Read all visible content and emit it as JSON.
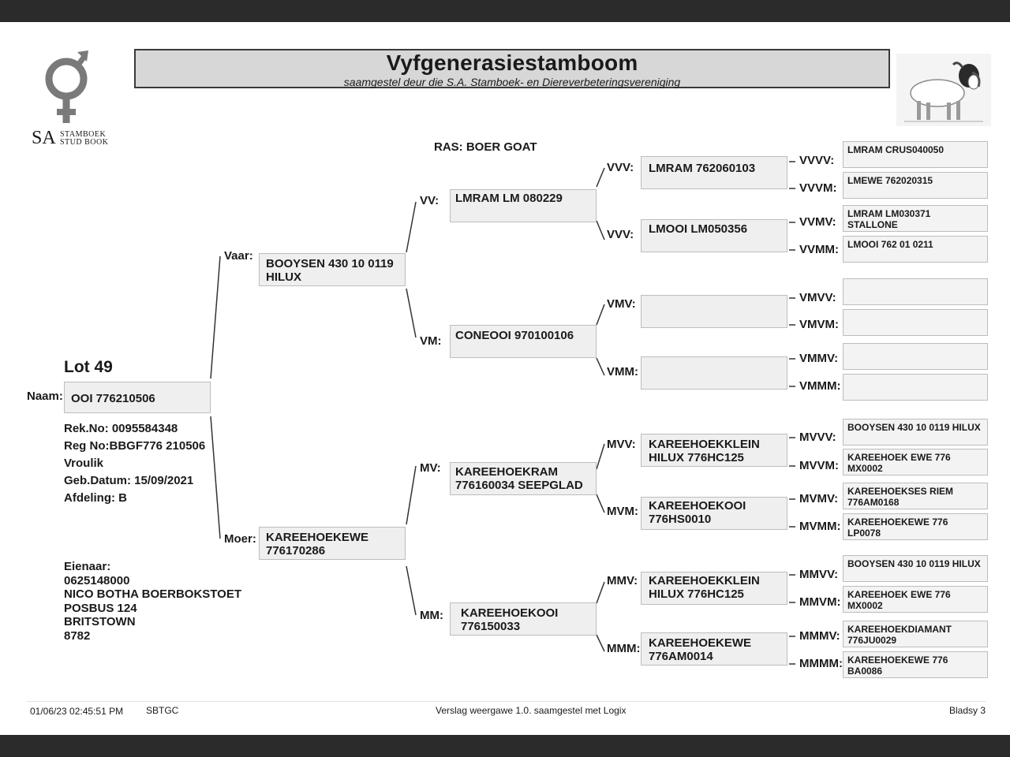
{
  "header": {
    "title": "Vyfgenerasiestamboom",
    "subtitle": "saamgestel deur die S.A. Stamboek- en Diereverbeteringsvereniging",
    "logo_sa": "SA",
    "logo_stamboek": "STAMBOEK",
    "logo_studbook": "STUD BOOK"
  },
  "breed": "RAS: BOER GOAT",
  "animal": {
    "lot": "Lot 49",
    "name_label": "Naam:",
    "name": "OOI 776210506",
    "details": [
      "Rek.No: 0095584348",
      "Reg No:BBGF776 210506",
      "Vroulik",
      "Geb.Datum: 15/09/2021",
      "Afdeling: B"
    ]
  },
  "owner": [
    "Eienaar:",
    "0625148000",
    "NICO BOTHA BOERBOKSTOET",
    "POSBUS 124",
    "BRITSTOWN",
    "8782"
  ],
  "pedigree": {
    "gen1": {
      "vaar_label": "Vaar:",
      "vaar": "BOOYSEN 430 10 0119 HILUX",
      "moer_label": "Moer:",
      "moer": "KAREEHOEKEWE 776170286"
    },
    "gen2": {
      "vv_label": "VV:",
      "vv": "LMRAM LM 080229",
      "vm_label": "VM:",
      "vm": "CONEOOI 970100106",
      "mv_label": "MV:",
      "mv": "KAREEHOEKRAM 776160034 SEEPGLAD",
      "mm_label": "MM:",
      "mm": "KAREEHOEKOOI 776150033"
    },
    "gen3": {
      "vvv_label": "VVV:",
      "vvv": "LMRAM 762060103",
      "vvm_label": "VVV:",
      "vvm": "LMOOI LM050356",
      "vmv_label": "VMV:",
      "vmv": "",
      "vmm_label": "VMM:",
      "vmm": "",
      "mvv_label": "MVV:",
      "mvv": "KAREEHOEKKLEIN HILUX 776HC125",
      "mvm_label": "MVM:",
      "mvm": "KAREEHOEKOOI 776HS0010",
      "mmv_label": "MMV:",
      "mmv": "KAREEHOEKKLEIN HILUX 776HC125",
      "mmm_label": "MMM:",
      "mmm": "KAREEHOEKEWE 776AM0014"
    },
    "gen4": [
      {
        "label": "VVVV:",
        "name": "LMRAM CRUS040050"
      },
      {
        "label": "VVVM:",
        "name": "LMEWE 762020315"
      },
      {
        "label": "VVMV:",
        "name": "LMRAM LM030371 STALLONE"
      },
      {
        "label": "VVMM:",
        "name": "LMOOI 762 01 0211"
      },
      {
        "label": "VMVV:",
        "name": ""
      },
      {
        "label": "VMVM:",
        "name": ""
      },
      {
        "label": "VMMV:",
        "name": ""
      },
      {
        "label": "VMMM:",
        "name": ""
      },
      {
        "label": "MVVV:",
        "name": "BOOYSEN 430 10 0119 HILUX"
      },
      {
        "label": "MVVM:",
        "name": "KAREEHOEK EWE 776 MX0002"
      },
      {
        "label": "MVMV:",
        "name": "KAREEHOEKSES RIEM 776AM0168"
      },
      {
        "label": "MVMM:",
        "name": "KAREEHOEKEWE 776 LP0078"
      },
      {
        "label": "MMVV:",
        "name": "BOOYSEN 430 10 0119 HILUX"
      },
      {
        "label": "MMVM:",
        "name": "KAREEHOEK EWE 776 MX0002"
      },
      {
        "label": "MMMV:",
        "name": "KAREEHOEKDIAMANT 776JU0029"
      },
      {
        "label": "MMMM:",
        "name": "KAREEHOEKEWE 776 BA0086"
      }
    ]
  },
  "footer": {
    "datetime": "01/06/23 02:45:51 PM",
    "code": "SBTGC",
    "report": "Verslag weergawe 1.0. saamgestel met Logix",
    "page": "Bladsy 3"
  }
}
